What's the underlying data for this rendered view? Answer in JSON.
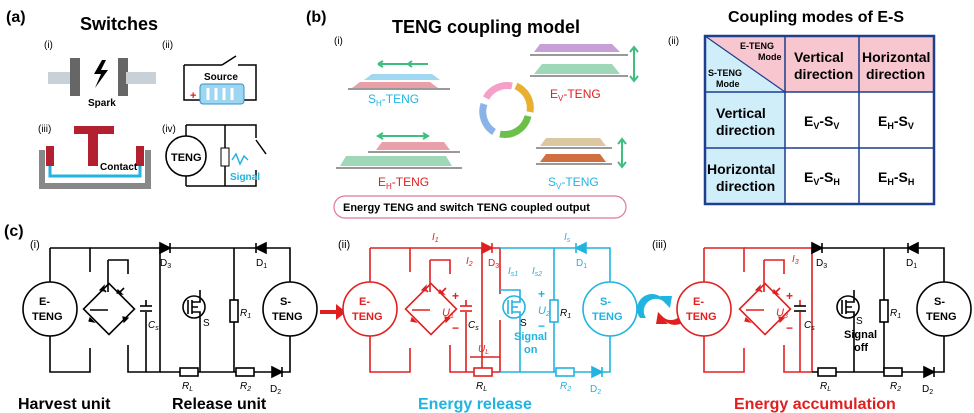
{
  "panels": {
    "a": {
      "tag": "(a)",
      "title": "Switches",
      "subs": [
        "(i)",
        "(ii)",
        "(iii)",
        "(iv)"
      ],
      "spark": "Spark",
      "source": "Source",
      "contact": "Contact",
      "teng": "TENG",
      "signal": "Signal"
    },
    "b": {
      "tag": "(b)",
      "sub_i": "(i)",
      "title": "TENG coupling model",
      "sub_ii": "(ii)",
      "sh_pre": "S",
      "sh_sub": "H",
      "sh_post": "-TENG",
      "ev_pre": "E",
      "ev_sub": "V",
      "ev_post": "-TENG",
      "eh_pre": "E",
      "eh_sub": "H",
      "eh_post": "-TENG",
      "sv_pre": "S",
      "sv_sub": "V",
      "sv_post": "-TENG",
      "caption": "Energy TENG and switch TENG coupled output"
    },
    "table": {
      "title": "Coupling modes of E-S",
      "corner_e1": "E-TENG",
      "corner_e2": "Mode",
      "corner_s1": "S-TENG",
      "corner_s2": "Mode",
      "col1_l1": "Vertical",
      "col1_l2": "direction",
      "col2_l1": "Horizontal",
      "col2_l2": "direction",
      "row1_l1": "Vertical",
      "row1_l2": "direction",
      "row2_l1": "Horizontal",
      "row2_l2": "direction",
      "c11a": "E",
      "c11b": "V",
      "c11c": "-S",
      "c11d": "V",
      "c12a": "E",
      "c12b": "H",
      "c12c": "-S",
      "c12d": "V",
      "c21a": "E",
      "c21b": "V",
      "c21c": "-S",
      "c21d": "H",
      "c22a": "E",
      "c22b": "H",
      "c22c": "-S",
      "c22d": "H"
    },
    "c": {
      "tag": "(c)",
      "sub_i": "(i)",
      "sub_ii": "(ii)",
      "sub_iii": "(iii)",
      "e_teng_1": "E-",
      "e_teng_2": "TENG",
      "s_teng_1": "S-",
      "s_teng_2": "TENG",
      "d3": "D",
      "d3s": "3",
      "d1": "D",
      "d1s": "1",
      "d2": "D",
      "d2s": "2",
      "cs": "C",
      "css": "s",
      "r1": "R",
      "r1s": "1",
      "r2": "R",
      "r2s": "2",
      "rl": "R",
      "rls": "L",
      "s": "S",
      "i1": "I",
      "i1s": "1",
      "i2": "I",
      "i2s": "2",
      "i3": "I",
      "i3s": "3",
      "is": "I",
      "iss": "s",
      "is1": "I",
      "is1s": "s1",
      "is2": "I",
      "is2s": "s2",
      "u1": "U",
      "u1s": "1",
      "u2": "U",
      "u2s": "2",
      "u3": "U",
      "u3s": "3",
      "ul": "U",
      "uls": "L",
      "signal_on_1": "Signal",
      "signal_on_2": "on",
      "signal_off_1": "Signal",
      "signal_off_2": "off",
      "harvest": "Harvest unit",
      "release": "Release unit",
      "energy_release": "Energy release",
      "energy_accum": "Energy accumulation"
    }
  },
  "colors": {
    "red": "#e02020",
    "cyan": "#22b4e0",
    "pink": "#f7c6cf",
    "lightblue": "#cfeefa",
    "navy": "#1d3f8e"
  }
}
